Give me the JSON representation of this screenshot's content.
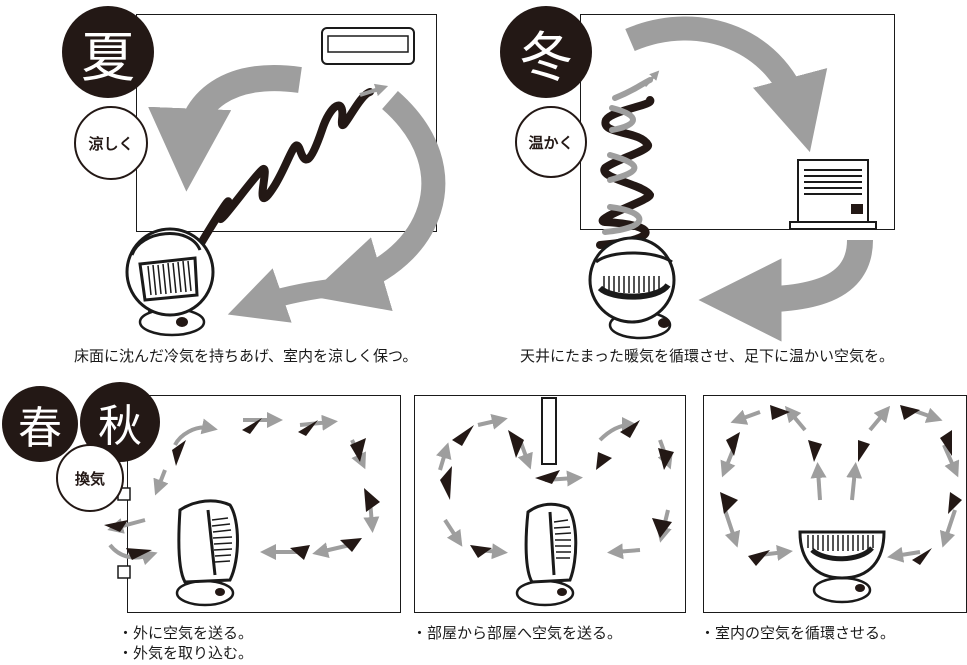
{
  "summer": {
    "season": "夏",
    "label": "涼しく",
    "caption": "床面に沈んだ冷気を持ちあげ、室内を涼しく保つ。"
  },
  "winter": {
    "season": "冬",
    "label": "温かく",
    "caption": "天井にたまった暖気を循環させ、足下に温かい空気を。"
  },
  "spring_autumn": {
    "season_1": "春",
    "season_2": "秋",
    "label": "換気",
    "captions": [
      "・外に空気を送る。",
      "・外気を取り込む。",
      "・部屋から部屋へ空気を送る。",
      "・室内の空気を循環させる。"
    ]
  },
  "colors": {
    "dark": "#231815",
    "arrow_gray": "#9e9e9e",
    "line": "#1a1a1a"
  }
}
